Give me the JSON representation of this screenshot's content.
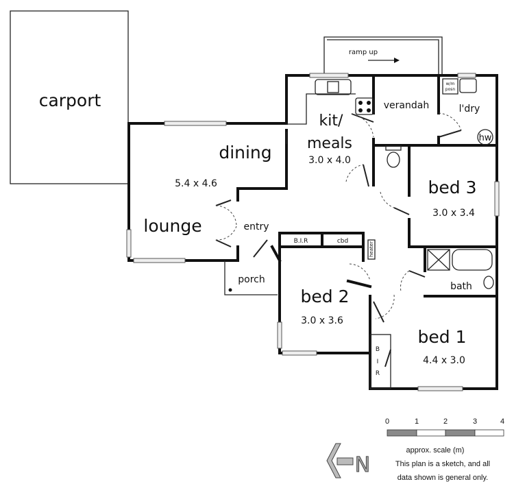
{
  "rooms": {
    "carport": {
      "label": "carport"
    },
    "dining": {
      "label": "dining"
    },
    "lounge": {
      "label": "lounge",
      "size": "5.4 x 4.6"
    },
    "kitchen": {
      "label_line1": "kit/",
      "label_line2": "meals",
      "size": "3.0 x 4.0"
    },
    "verandah": {
      "label": "verandah"
    },
    "laundry": {
      "label": "l'dry",
      "wm": "w/m",
      "posn": "posn",
      "hw": "hw"
    },
    "ramp": {
      "label": "ramp up"
    },
    "entry": {
      "label": "entry"
    },
    "porch": {
      "label": "porch"
    },
    "bed3": {
      "label": "bed 3",
      "size": "3.0 x 3.4"
    },
    "bed2": {
      "label": "bed 2",
      "size": "3.0 x 3.6",
      "bir": "B.I.R",
      "cbd": "cbd",
      "heater": "heater"
    },
    "bath": {
      "label": "bath"
    },
    "bed1": {
      "label": "bed 1",
      "size": "4.4 x 3.0",
      "bir_b": "B",
      "bir_i": "I",
      "bir_r": "R"
    }
  },
  "scale": {
    "ticks": [
      "0",
      "1",
      "2",
      "3",
      "4"
    ],
    "caption": "approx. scale (m)",
    "note_line1": "This plan is a sketch, and all",
    "note_line2": "data shown is general only."
  },
  "north": {
    "label": "N"
  },
  "colors": {
    "scale_dark": "#8a8a8a",
    "scale_light": "#ffffff"
  }
}
